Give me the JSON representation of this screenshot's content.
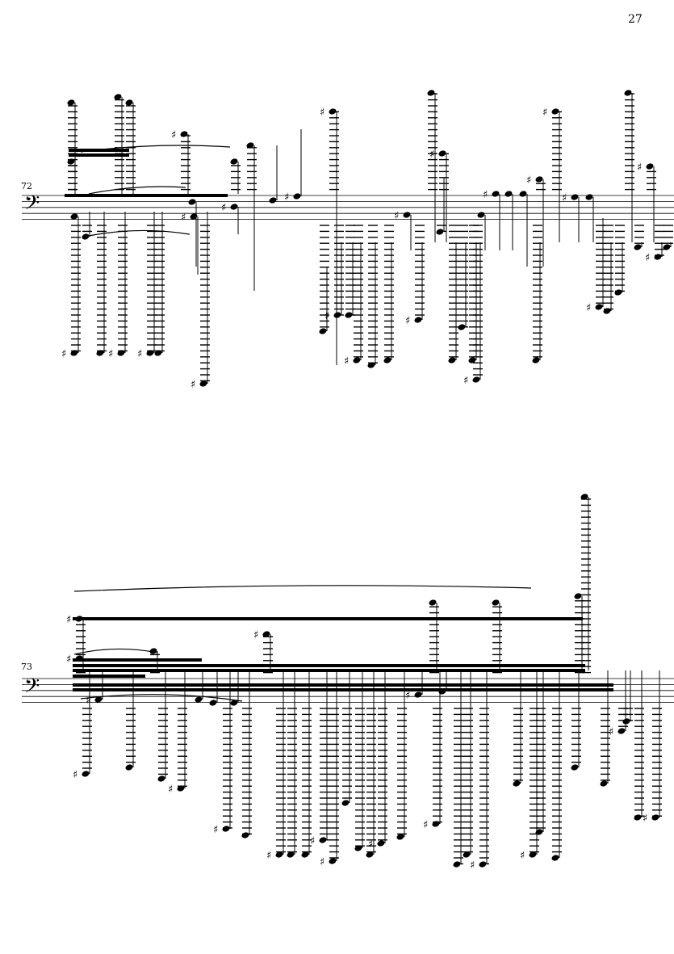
{
  "page": {
    "number": "27"
  },
  "systems": [
    {
      "measure_number": "72"
    },
    {
      "measure_number": "73"
    }
  ]
}
